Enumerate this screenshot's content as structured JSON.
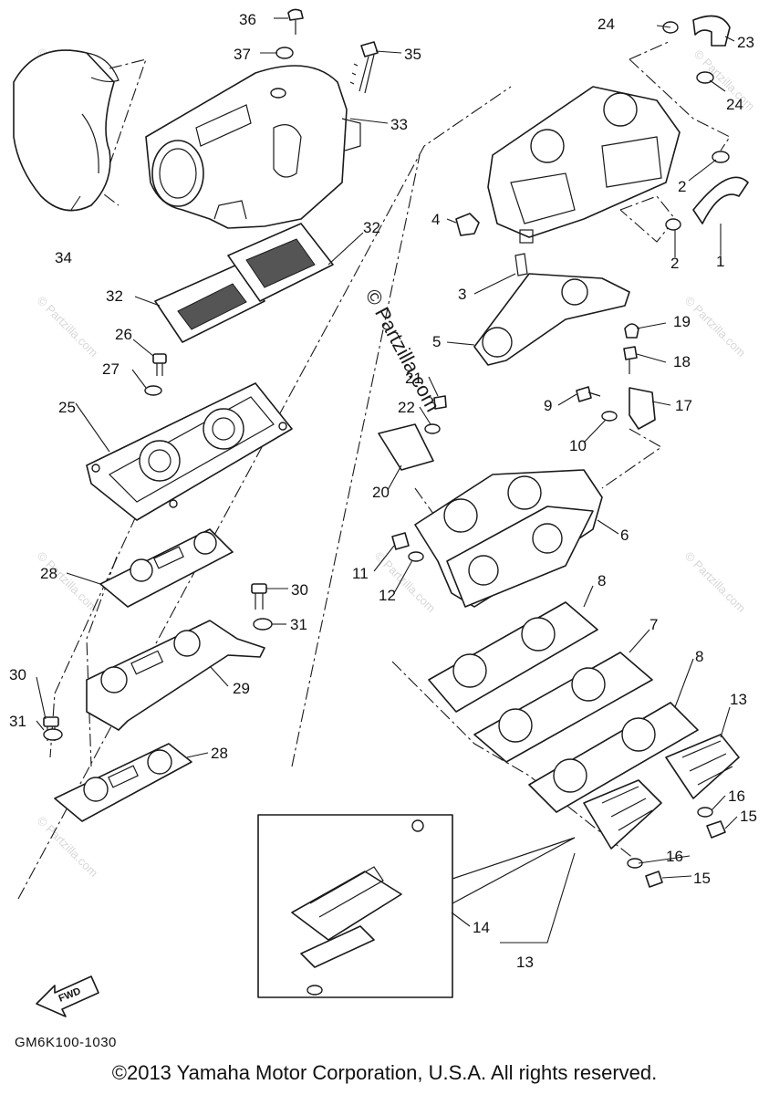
{
  "diagram": {
    "callouts": {
      "c1": "1",
      "c2a": "2",
      "c2b": "2",
      "c3": "3",
      "c4": "4",
      "c5": "5",
      "c6": "6",
      "c7": "7",
      "c8a": "8",
      "c8b": "8",
      "c9": "9",
      "c10": "10",
      "c11": "11",
      "c12": "12",
      "c13a": "13",
      "c13b": "13",
      "c14": "14",
      "c15a": "15",
      "c15b": "15",
      "c16a": "16",
      "c16b": "16",
      "c17": "17",
      "c18": "18",
      "c19": "19",
      "c20": "20",
      "c21": "21",
      "c22": "22",
      "c23": "23",
      "c24a": "24",
      "c24b": "24",
      "c25": "25",
      "c26": "26",
      "c27": "27",
      "c28a": "28",
      "c28b": "28",
      "c29": "29",
      "c30a": "30",
      "c30b": "30",
      "c31a": "31",
      "c31b": "31",
      "c32a": "32",
      "c32b": "32",
      "c33": "33",
      "c34": "34",
      "c35": "35",
      "c36": "36",
      "c37": "37"
    },
    "watermark_center": "© Partzilla.com",
    "watermark_small": "© Partzilla.com",
    "fwd_label": "FWD"
  },
  "footer": {
    "diagram_code": "GM6K100-1030",
    "copyright": "©2013 Yamaha Motor Corporation, U.S.A. All rights reserved."
  }
}
